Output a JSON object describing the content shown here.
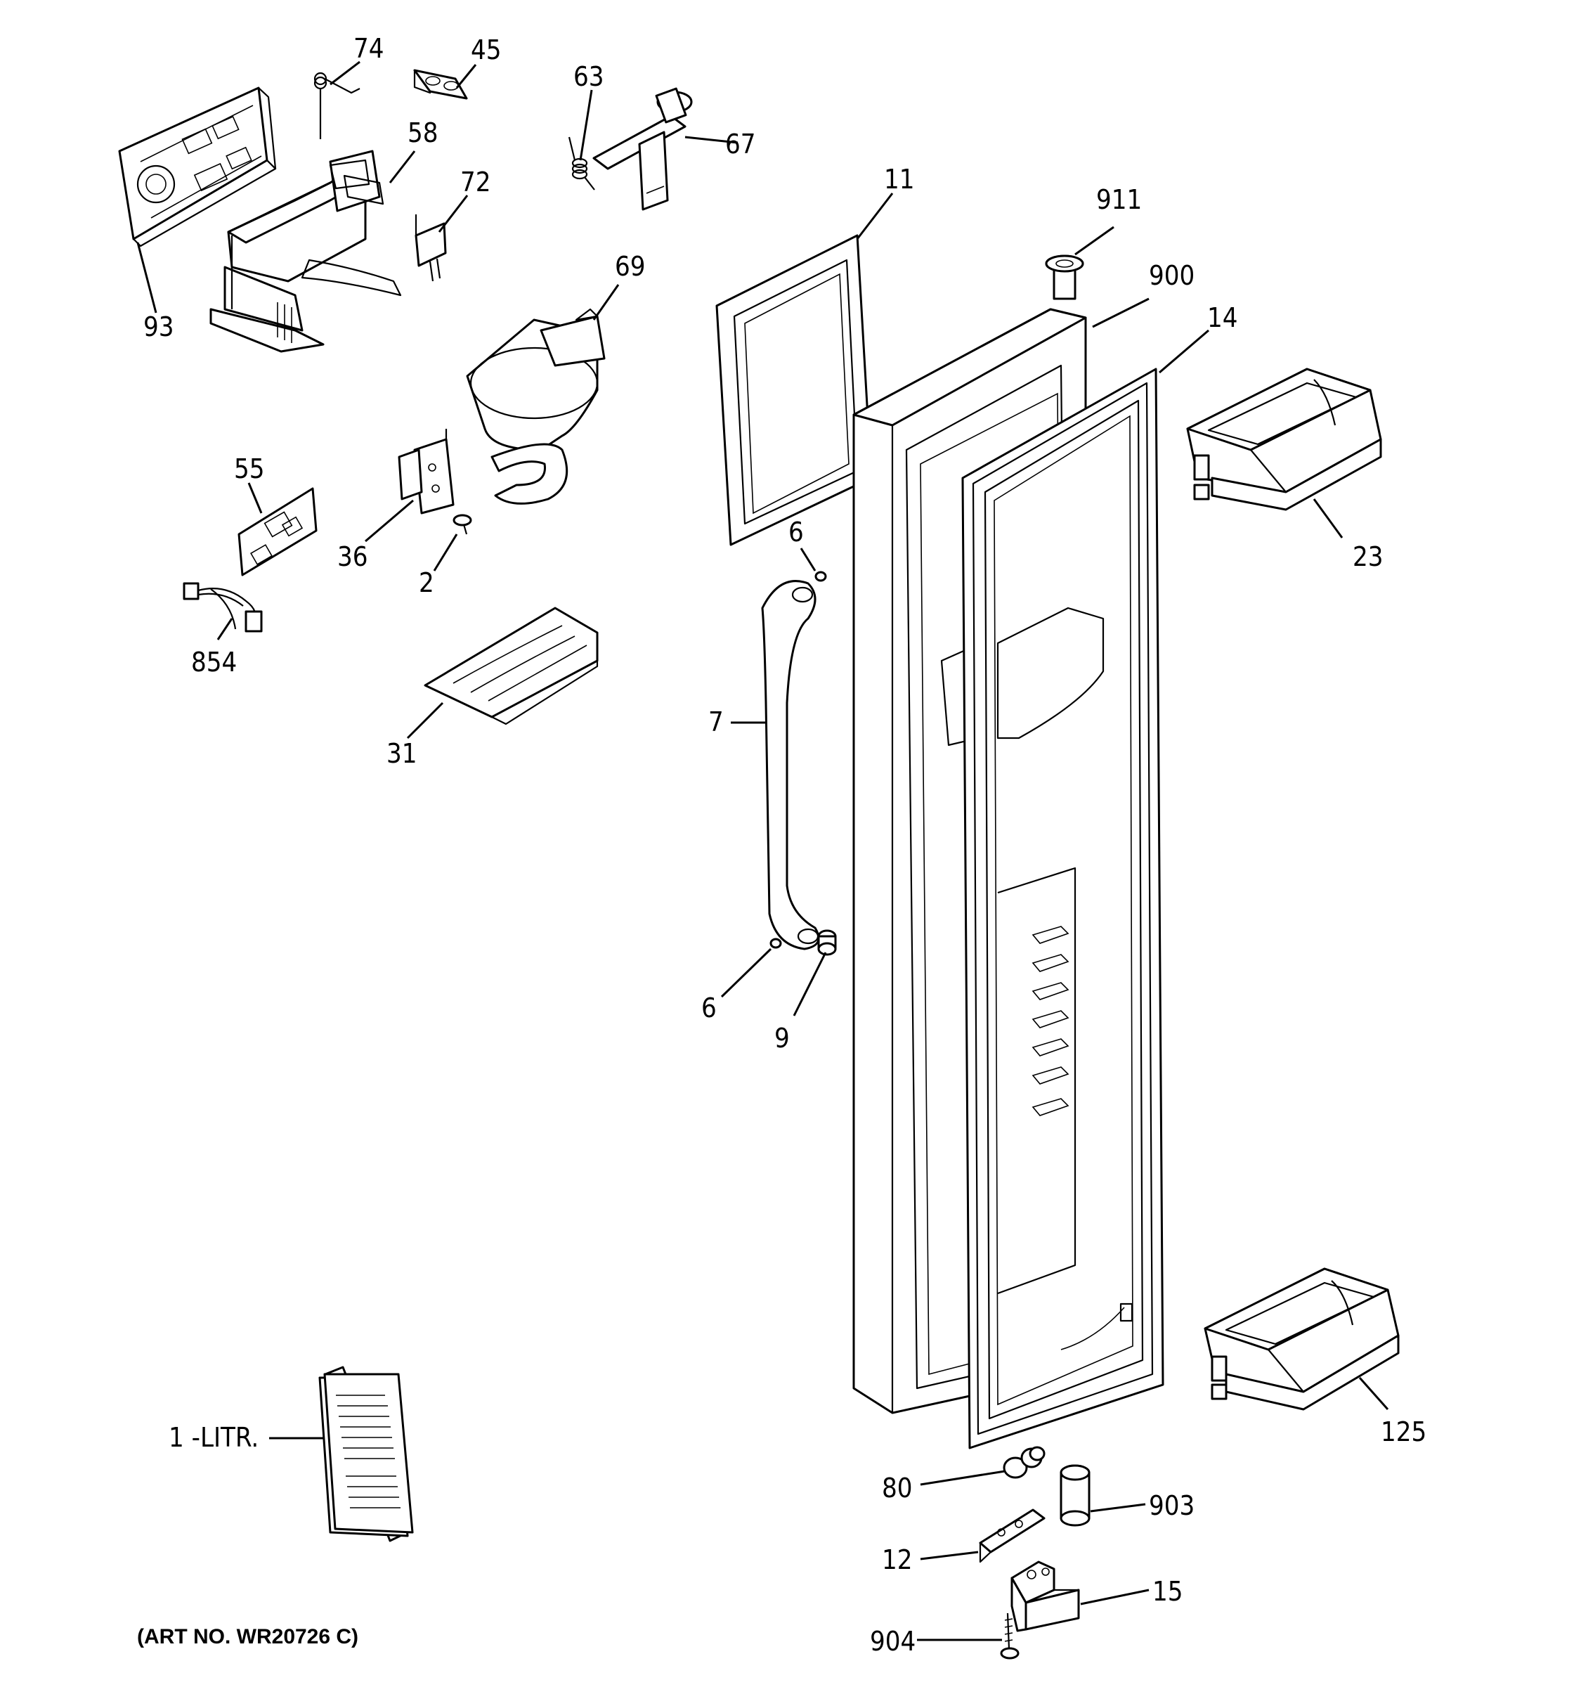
{
  "labels": {
    "p74": "74",
    "p45": "45",
    "p63": "63",
    "p67": "67",
    "p58": "58",
    "p72": "72",
    "p93": "93",
    "p69": "69",
    "p11": "11",
    "p911": "911",
    "p900": "900",
    "p14": "14",
    "p55": "55",
    "p36": "36",
    "p2": "2",
    "p23": "23",
    "p6a": "6",
    "p854": "854",
    "p31": "31",
    "p7": "7",
    "p6b": "6",
    "p9": "9",
    "p1": "1 -LITR.",
    "p125": "125",
    "p80": "80",
    "p903": "903",
    "p12": "12",
    "p15": "15",
    "p904": "904"
  },
  "art_number": "(ART NO. WR20726 C)"
}
